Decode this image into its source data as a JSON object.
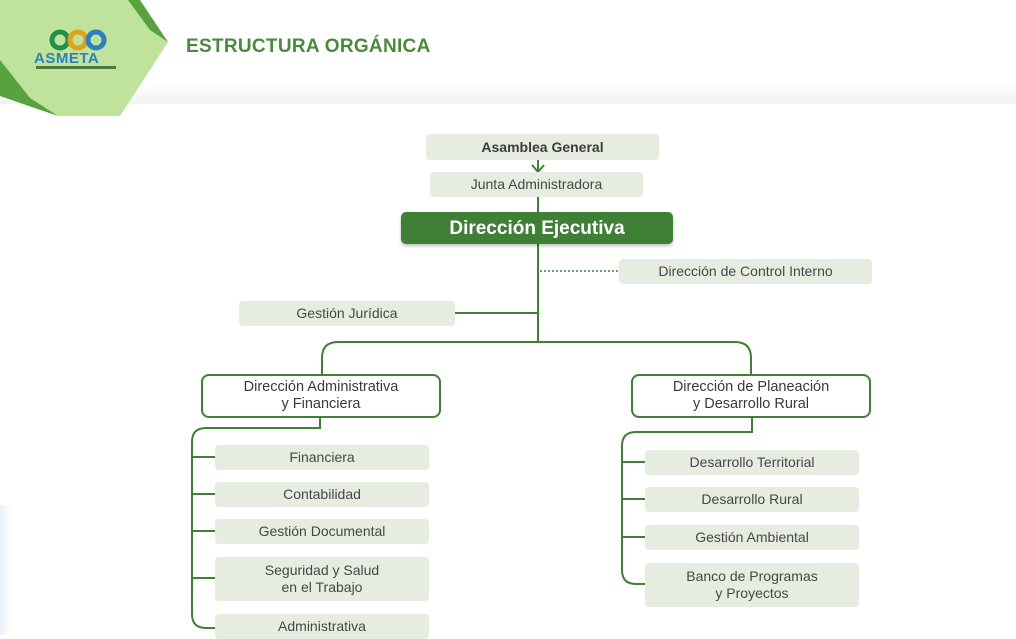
{
  "header": {
    "logo_text": "ASMETA",
    "title": "ESTRUCTURA ORGÁNICA"
  },
  "org": {
    "asamblea": "Asamblea General",
    "junta": "Junta Administradora",
    "direccion_ejecutiva": "Dirección Ejecutiva",
    "control_interno": "Dirección de Control Interno",
    "gestion_juridica": "Gestión Jurídica",
    "dir_administrativa": "Dirección Administrativa\ny Financiera",
    "dir_planeacion": "Dirección de Planeación\ny Desarrollo Rural",
    "admin_units": [
      "Financiera",
      "Contabilidad",
      "Gestión Documental",
      "Seguridad y Salud\nen el Trabajo",
      "Administrativa"
    ],
    "planeacion_units": [
      "Desarrollo Territorial",
      "Desarrollo Rural",
      "Gestión Ambiental",
      "Banco de Programas\ny Proyectos"
    ]
  },
  "colors": {
    "brand_green": "#3f7f36",
    "pill_bg": "#e6ecdf",
    "title_green": "#4b8a3c",
    "logo_blue": "#2d7fbf"
  }
}
